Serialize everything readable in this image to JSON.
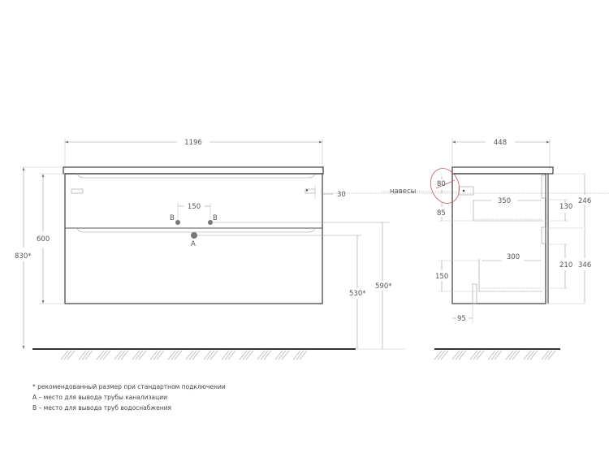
{
  "front_view": {
    "width_label": "1196",
    "total_height_label": "830*",
    "cabinet_height_label": "600",
    "handle_offset_label": "30",
    "b_spacing_label": "150",
    "point_b_left": "B",
    "point_b_right": "B",
    "point_a": "A",
    "a_height_label": "530*",
    "b_height_label": "590*"
  },
  "side_view": {
    "depth_label": "448",
    "hinge_label": "навесы",
    "hinge_offset_label": "80",
    "upper_gap_label": "85",
    "upper_drawer_depth_label": "350",
    "upper_drawer_height_label": "130",
    "upper_front_height_label": "246",
    "lower_drawer_depth_label": "300",
    "lower_drawer_height_label": "210",
    "lower_front_height_label": "346",
    "lower_gap_label": "150",
    "cutout_label": "95"
  },
  "notes": [
    "* рекомендованный размер при стандартном подключении",
    "А – место для вывода трубы канализации",
    "В – место для вывода труб водоснабжения"
  ],
  "colors": {
    "line": "#555555",
    "annotation_circle": "#c0606a",
    "floor": "#333333"
  }
}
